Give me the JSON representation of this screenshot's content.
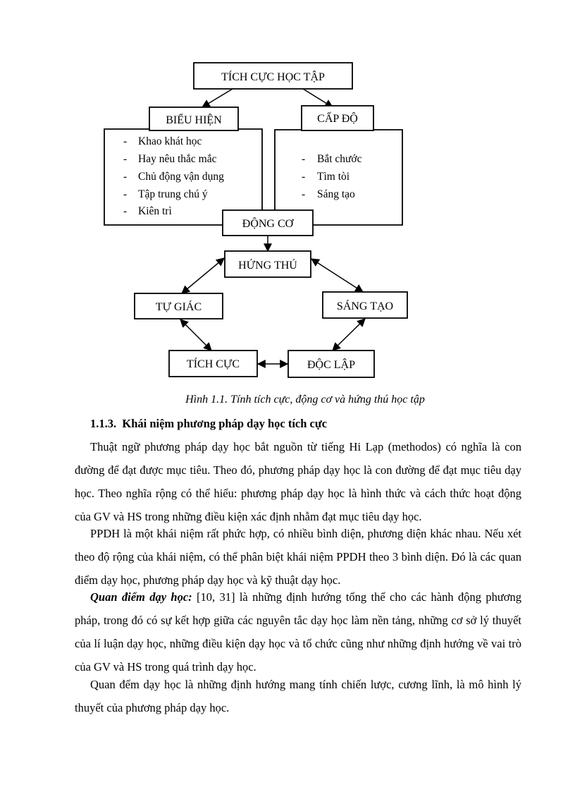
{
  "diagram": {
    "nodes": {
      "top": "TÍCH CỰC HỌC TẬP",
      "bieu_hien": "BIỂU HIỆN",
      "cap_do": "CẤP ĐỘ",
      "dong_co": "ĐỘNG CƠ",
      "hung_thu": "HỨNG THÚ",
      "tu_giac": "TỰ GIÁC",
      "sang_tao": "SÁNG TẠO",
      "tich_cuc": "TÍCH CỰC",
      "doc_lap": "ĐỘC LẬP"
    },
    "bieu_hien_items": [
      "Khao khát học",
      "Hay nêu thắc mắc",
      "Chủ động vận dụng",
      "Tập trung chú ý",
      "Kiên trì"
    ],
    "cap_do_items": [
      "Bắt chước",
      "Tìm tòi",
      "Sáng tạo"
    ],
    "bullet": "-"
  },
  "caption": "Hình 1.1. Tính tích cực, động cơ và hứng thú học tập",
  "section": {
    "number": "1.1.3.",
    "title": "Khái niệm phương pháp dạy học tích cực"
  },
  "paragraphs": {
    "p1": "Thuật ngữ phương pháp dạy học bắt nguồn từ tiếng Hi Lạp (methodos) có nghĩa là con đường để đạt được mục tiêu. Theo đó, phương pháp dạy học là con đường để đạt mục tiêu dạy học. Theo nghĩa rộng có thể hiểu: phương pháp dạy học là hình thức và cách thức hoạt động của GV và HS trong những điều kiện xác định nhằm đạt mục tiêu dạy học.",
    "p2": "PPDH là một khái niệm rất phức hợp, có nhiều bình diện, phương diện khác nhau. Nếu xét theo độ rộng của khái niệm, có thể phân biệt khái niệm PPDH theo 3 bình diện. Đó là các quan điểm dạy học, phương pháp dạy học và kỹ thuật dạy học.",
    "p3_term": "Quan điểm dạy học:",
    "p3_text": " [10, 31] là những định hướng tổng thể cho các hành động phương pháp, trong đó có sự kết hợp giữa các nguyên tắc dạy học làm nền tảng, những cơ sở lý thuyết của lí luận dạy học, những điều kiện dạy học và tổ chức cũng như những định hướng về vai trò của GV và HS trong quá trình dạy học.",
    "p4": "Quan đểm dạy học là những định hướng mang tính chiến lược, cương lĩnh, là mô hình lý thuyết của phương pháp dạy học."
  }
}
